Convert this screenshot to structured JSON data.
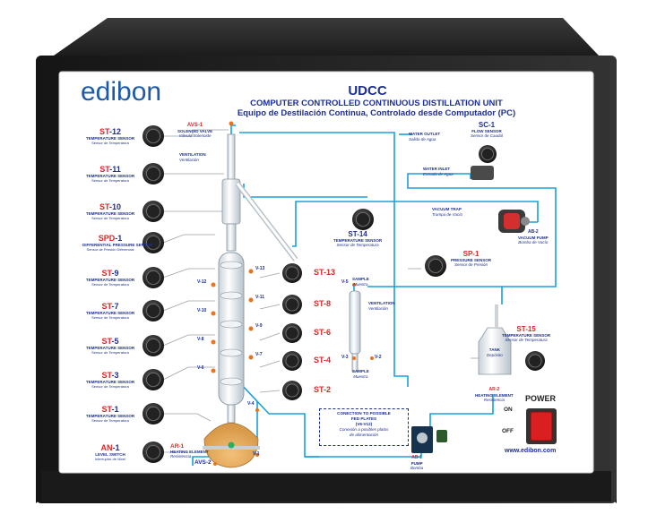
{
  "brand": {
    "logo": "edibon"
  },
  "panel": {
    "title": "UDCC",
    "subtitle_en": "COMPUTER CONTROLLED CONTINUOUS DISTILLATION UNIT",
    "subtitle_es": "Equipo de Destilación Continua, Controlado desde Computador (PC)",
    "website": "www.edibon.com",
    "power_label": "POWER",
    "on_label": "ON",
    "off_label": "OFF"
  },
  "left_sensors": [
    {
      "code": "ST-12",
      "en": "TEMPERATURE SENSOR",
      "es": "Sensor de Temperatura"
    },
    {
      "code": "ST-11",
      "en": "TEMPERATURE SENSOR",
      "es": "Sensor de Temperatura"
    },
    {
      "code": "ST-10",
      "en": "TEMPERATURE SENSOR",
      "es": "Sensor de Temperatura"
    },
    {
      "code": "SPD-1",
      "en": "DIFFERENTIAL PRESSURE SENSOR",
      "es": "Sensor de Presión Diferencial"
    },
    {
      "code": "ST-9",
      "en": "TEMPERATURE SENSOR",
      "es": "Sensor de Temperatura"
    },
    {
      "code": "ST-7",
      "en": "TEMPERATURE SENSOR",
      "es": "Sensor de Temperatura"
    },
    {
      "code": "ST-5",
      "en": "TEMPERATURE SENSOR",
      "es": "Sensor de Temperatura"
    },
    {
      "code": "ST-3",
      "en": "TEMPERATURE SENSOR",
      "es": "Sensor de Temperatura"
    },
    {
      "code": "ST-1",
      "en": "TEMPERATURE SENSOR",
      "es": "Sensor de Temperatura"
    },
    {
      "code": "AN-1",
      "en": "LEVEL SWITCH",
      "es": "Interruptor de Nivel"
    }
  ],
  "mid_sensors": [
    "ST-13",
    "ST-8",
    "ST-6",
    "ST-4",
    "ST-2"
  ],
  "valves_left": [
    "V-12",
    "V-10",
    "V-8",
    "V-6"
  ],
  "valves_right": [
    "V-13",
    "V-11",
    "V-9",
    "V-7"
  ],
  "labels": {
    "avs1": {
      "code": "AVS-1",
      "en": "SOLENOID VALVE",
      "es": "Válvula Solenoide"
    },
    "ventilation_top": {
      "en": "VENTILATION",
      "es": "Ventilación"
    },
    "water_outlet": {
      "en": "WATER OUTLET",
      "es": "Salida de Agua"
    },
    "water_inlet": {
      "en": "WATER INLET",
      "es": "Entrada de Agua"
    },
    "sc1": {
      "code": "SC-1",
      "en": "FLOW SENSOR",
      "es": "Sensor de Caudal"
    },
    "st14": {
      "code": "ST-14",
      "en": "TEMPERATURE SENSOR",
      "es": "Sensor de Temperatura"
    },
    "vacuum_trap": {
      "en": "VACUUM TRAP",
      "es": "Trampa de Vacío"
    },
    "ab2": {
      "code": "AB-2",
      "en": "VACUUM PUMP",
      "es": "Bomba de Vacío"
    },
    "sp1": {
      "code": "SP-1",
      "en": "PRESSURE SENSOR",
      "es": "Sensor de Presión"
    },
    "sample_top": {
      "en": "SAMPLE",
      "es": "Muestra"
    },
    "ventilation_mid": {
      "en": "VENTILATION",
      "es": "Ventilación"
    },
    "sample_bottom": {
      "en": "SAMPLE",
      "es": "Muestra"
    },
    "v5": "V-5",
    "v3": "V-3",
    "v2": "V-2",
    "v4": "V-4",
    "v1": "V-1",
    "st15": {
      "code": "ST-15",
      "en": "TEMPERATURE SENSOR",
      "es": "Sensor de Temperatura"
    },
    "tank": {
      "en": "TANK",
      "es": "Depósito"
    },
    "ar2": {
      "code": "AR-2",
      "en": "HEATING ELEMENT",
      "es": "Resistencia"
    },
    "ar1": {
      "code": "AR-1",
      "en": "HEATING ELEMENT",
      "es": "Resistencia"
    },
    "avs2": "AVS-2",
    "ab1": {
      "code": "AB-1",
      "en": "PUMP",
      "es": "Bomba"
    },
    "fed": {
      "en1": "CONECTION TO POSSIBLE",
      "en2": "FED PLATES",
      "range": "(V6-V12)",
      "es1": "Conexión a posibles platos",
      "es2": "de alimentación"
    }
  },
  "colors": {
    "pipe": "#1aa0d8",
    "brand_blue": "#1e5aa8",
    "brand_orange": "#e8731a",
    "label_red": "#d62828",
    "label_blue": "#1e2f8f",
    "cabinet": "#2a2a2a",
    "switch_red": "#d91f1f"
  }
}
